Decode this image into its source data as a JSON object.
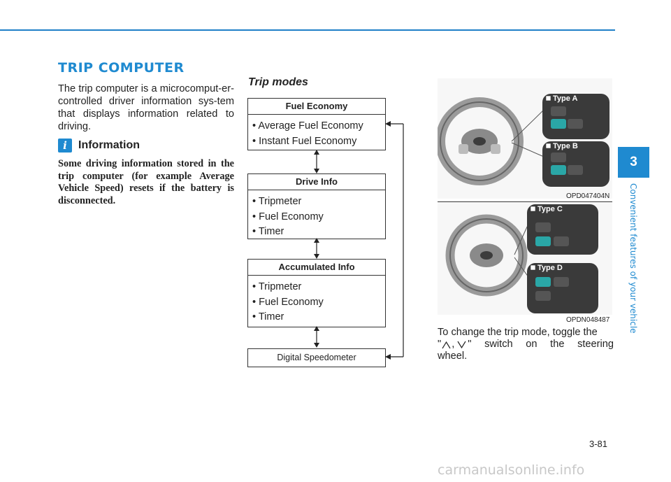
{
  "section_title": "TRIP COMPUTER",
  "intro": "The trip computer is a microcomput-er-controlled driver information sys-tem that displays information related to driving.",
  "information": {
    "icon": "i",
    "label": "Information",
    "body": "Some driving information stored in the trip computer (for example Average Vehicle Speed) resets if the battery is disconnected."
  },
  "trip_modes": {
    "title": "Trip modes",
    "boxes": [
      {
        "title": "Fuel Economy",
        "items": [
          "Average Fuel Economy",
          "Instant Fuel Economy"
        ]
      },
      {
        "title": "Drive Info",
        "items": [
          "Tripmeter",
          "Fuel Economy",
          "Timer"
        ]
      },
      {
        "title": "Accumulated Info",
        "items": [
          "Tripmeter",
          "Fuel Economy",
          "Timer"
        ]
      }
    ],
    "digital": "Digital Speedometer"
  },
  "figures": {
    "photo1": {
      "labels": [
        "Type A",
        "Type B"
      ],
      "caption": "OPD047404N"
    },
    "photo2": {
      "labels": [
        "Type C",
        "Type D"
      ],
      "caption": "OPDN048487"
    }
  },
  "trip_text": {
    "line1": "To change the trip mode, toggle the",
    "line2_open": "\"",
    "line2_sep": ",",
    "line2_close": "\" switch on the steering",
    "line3": "wheel."
  },
  "chapter": {
    "number": "3",
    "title": "Convenient features of your vehicle"
  },
  "page_number": "3-81",
  "watermark": "carmanualsonline.info",
  "colors": {
    "accent": "#1f8ad0",
    "rule": "#1f7fc8"
  }
}
